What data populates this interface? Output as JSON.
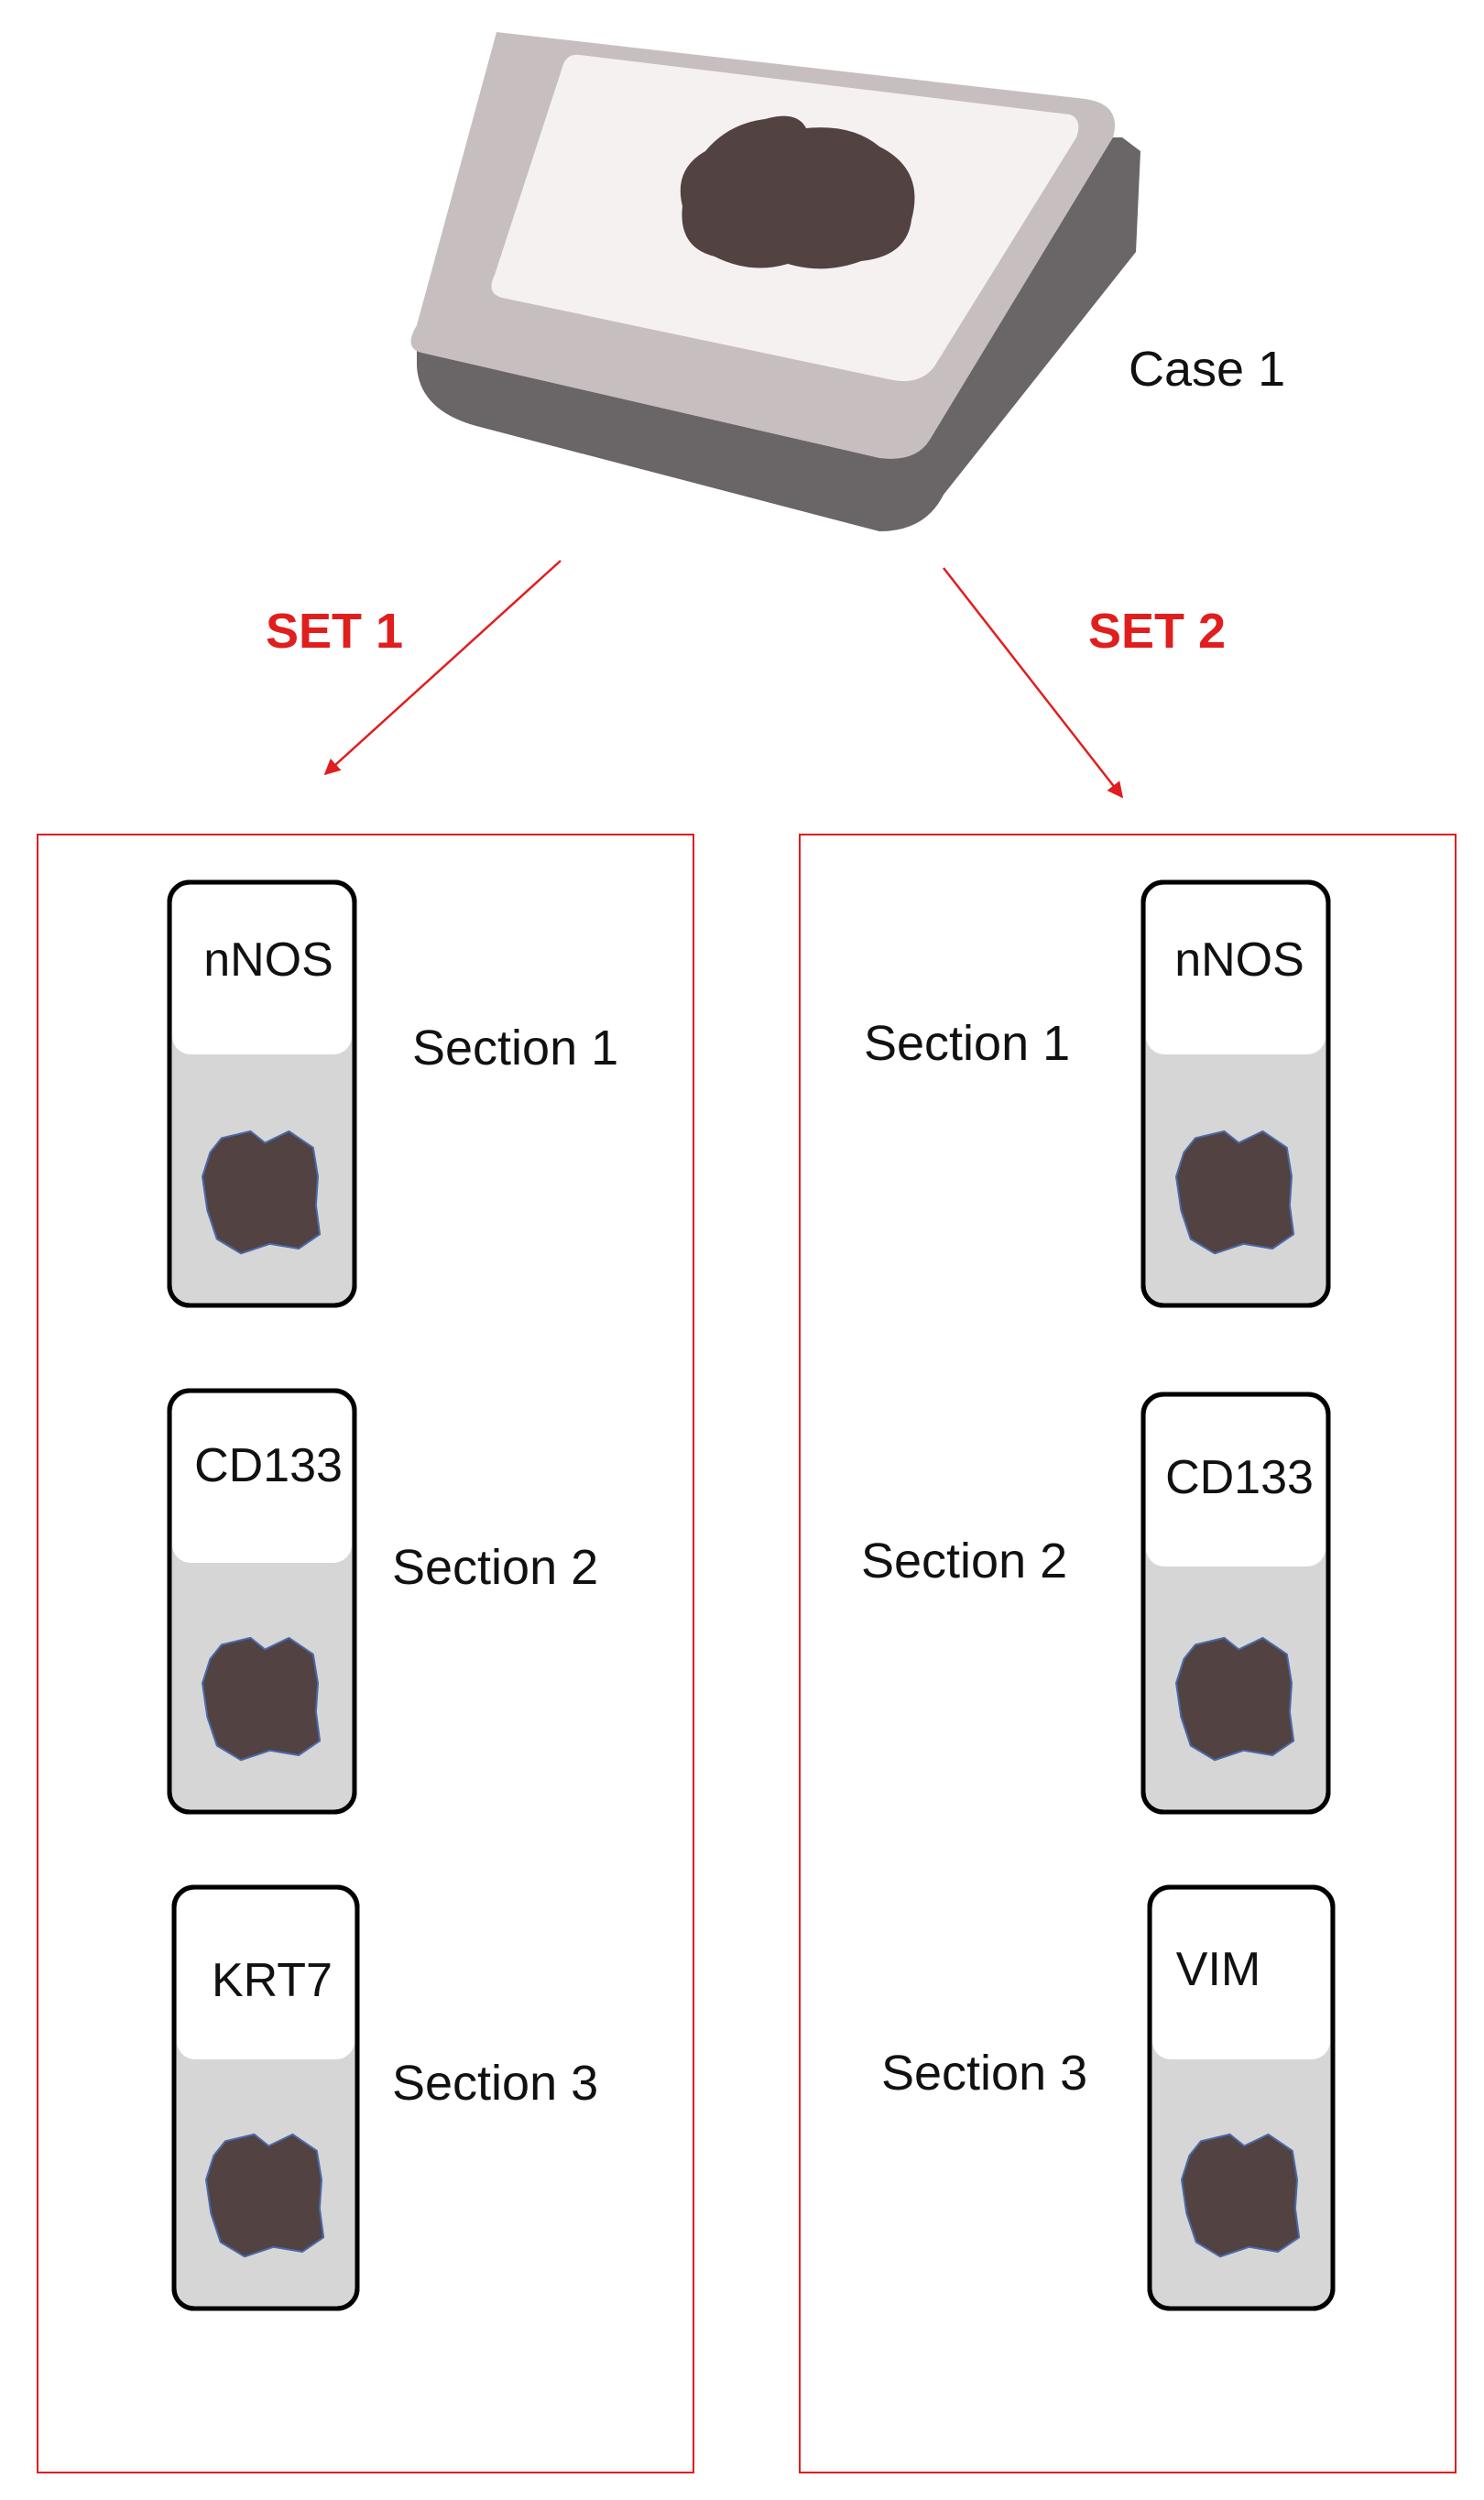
{
  "case": {
    "label": "Case 1"
  },
  "colors": {
    "accent_red": "#e01e1e",
    "tissue": "#524242",
    "tissue_outline": "#4a6aa8",
    "slide_frosted": "#d6d6d6",
    "slide_label_area": "#ffffff",
    "cassette_top": "#c7bfbf",
    "cassette_side": "#6a6566",
    "cassette_inner": "#f6f1f1"
  },
  "icons": [
    "tissue-cassette-icon",
    "glass-slide-icon",
    "tissue-sample-icon",
    "arrow-icon"
  ],
  "sets": [
    {
      "label": "SET 1",
      "slides": [
        {
          "marker": "nNOS",
          "section": "Section 1"
        },
        {
          "marker": "CD133",
          "section": "Section 2"
        },
        {
          "marker": "KRT7",
          "section": "Section 3"
        }
      ]
    },
    {
      "label": "SET 2",
      "slides": [
        {
          "marker": "nNOS",
          "section": "Section 1"
        },
        {
          "marker": "CD133",
          "section": "Section 2"
        },
        {
          "marker": "VIM",
          "section": "Section 3"
        }
      ]
    }
  ]
}
